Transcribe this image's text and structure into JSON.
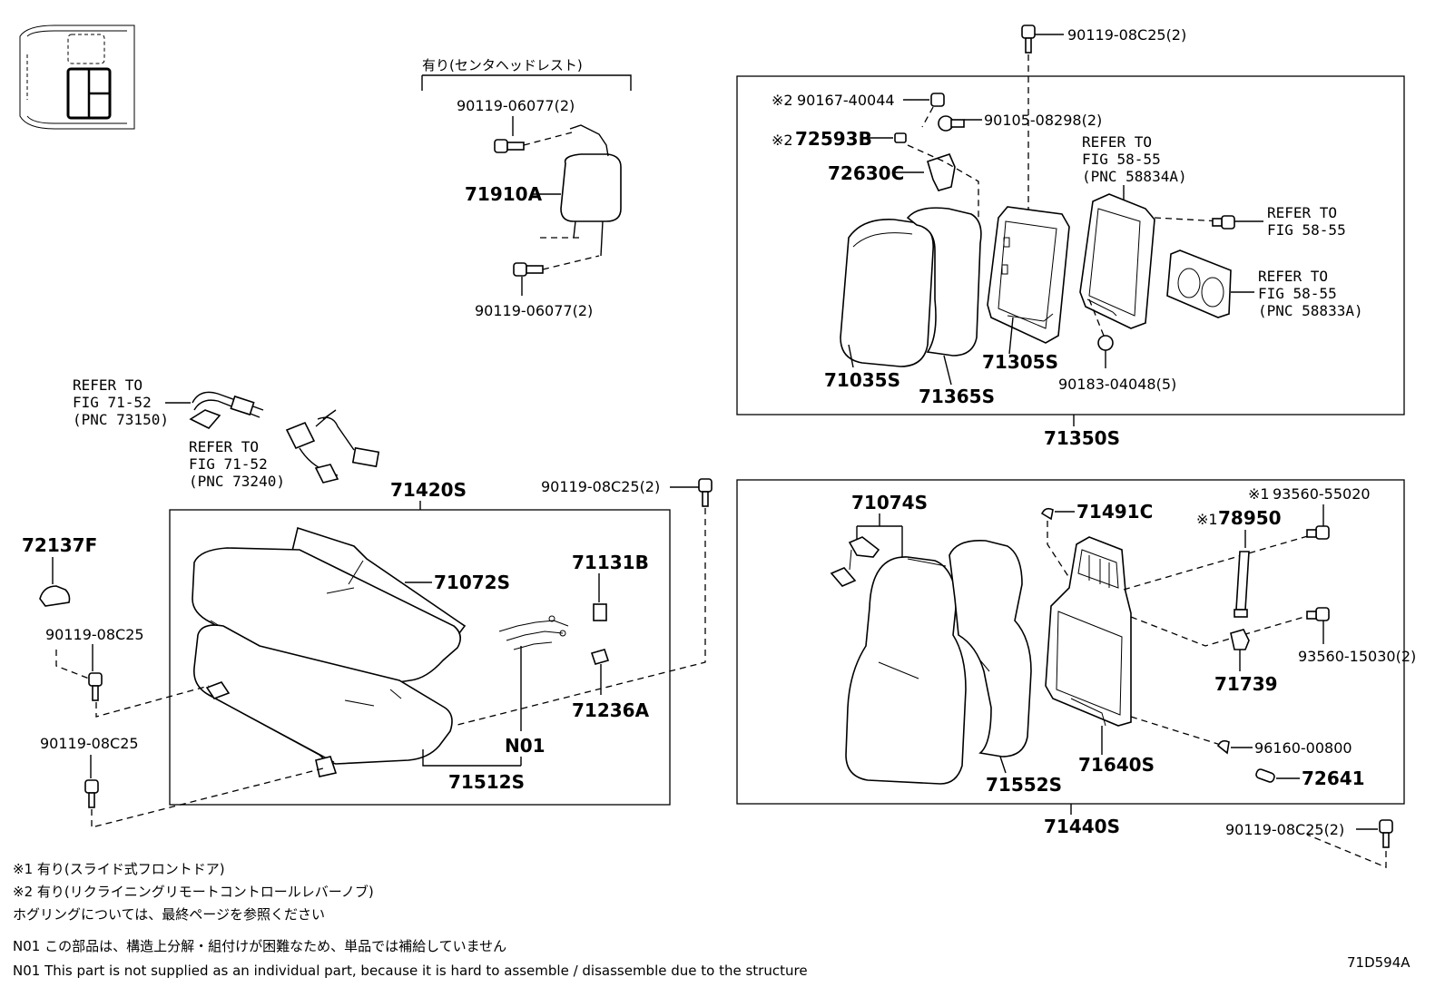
{
  "header": {
    "note_headrest": "有り(センタヘッドレスト)"
  },
  "labels": {
    "p90119_08c25_top": "90119-08C25(2)",
    "p90167_40044": "90167-40044",
    "mark_2a": "※2",
    "p90105_08298": "90105-08298(2)",
    "mark_2b": "※2",
    "p72593b": "72593B",
    "p72630c": "72630C",
    "ref_58834a_1": "REFER TO",
    "ref_58834a_2": "FIG 58-55",
    "ref_58834a_3": "(PNC 58834A)",
    "ref_5855_1": "REFER TO",
    "ref_5855_2": "FIG 58-55",
    "ref_58833a_1": "REFER TO",
    "ref_58833a_2": "FIG 58-55",
    "ref_58833a_3": "(PNC 58833A)",
    "p71035s": "71035S",
    "p71365s": "71365S",
    "p71305s": "71305S",
    "p90183_04048": "90183-04048(5)",
    "p71350s": "71350S",
    "p90119_06077_a": "90119-06077(2)",
    "p71910a": "71910A",
    "p90119_06077_b": "90119-06077(2)",
    "ref_73150_1": "REFER TO",
    "ref_73150_2": "FIG 71-52",
    "ref_73150_3": "(PNC 73150)",
    "ref_73240_1": "REFER TO",
    "ref_73240_2": "FIG 71-52",
    "ref_73240_3": "(PNC 73240)",
    "p71420s": "71420S",
    "p90119_08c25_mid": "90119-08C25(2)",
    "p72137f": "72137F",
    "p90119_08c25_l1": "90119-08C25",
    "p90119_08c25_l2": "90119-08C25",
    "p71072s": "71072S",
    "p71131b": "71131B",
    "p71236a": "71236A",
    "pn01": "N01",
    "p71512s": "71512S",
    "p71074s": "71074S",
    "p71491c": "71491C",
    "mark_1a": "※1",
    "p93560_55020": "93560-55020",
    "mark_1b": "※1",
    "p78950": "78950",
    "p93560_15030": "93560-15030(2)",
    "p71739": "71739",
    "p96160_00800": "96160-00800",
    "p72641": "72641",
    "p71640s": "71640S",
    "p71552s": "71552S",
    "p71440s": "71440S",
    "p90119_08c25_br": "90119-08C25(2)"
  },
  "notes": {
    "n1": "※1 有り(スライド式フロントドア)",
    "n2": "※2 有り(リクライニングリモートコントロールレバーノブ)",
    "n3": "ホグリングについては、最終ページを参照ください",
    "n4": "N01 この部品は、構造上分解・組付けが困難なため、単品では補給していません",
    "n5": "N01 This part is not supplied as an individual part, because it is hard to assemble / disassemble due to the structure"
  },
  "footer": {
    "code": "71D594A"
  }
}
